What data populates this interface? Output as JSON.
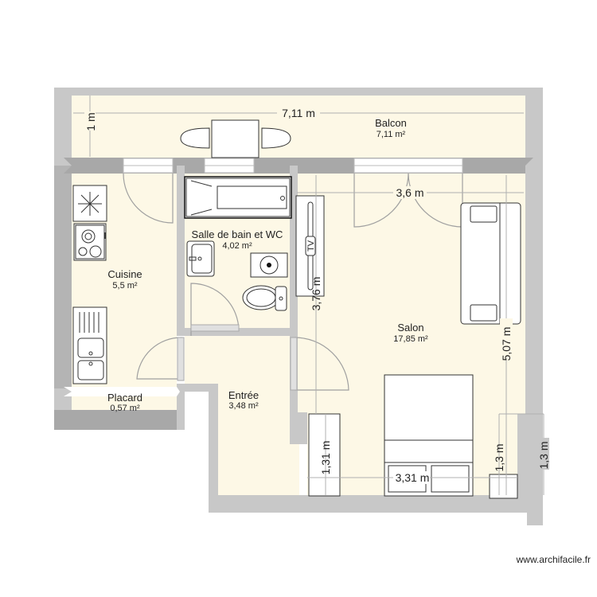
{
  "colors": {
    "floor": "#fdf8e6",
    "wall_outer": "#c8c8c8",
    "wall_dark": "#a8a8a8",
    "dim_line": "#b0b0b0",
    "text": "#222222"
  },
  "rooms": [
    {
      "name": "Balcon",
      "area": "7,11 m²"
    },
    {
      "name": "Salle de bain et WC",
      "area": "4,02 m²"
    },
    {
      "name": "Cuisine",
      "area": "5,5 m²"
    },
    {
      "name": "Salon",
      "area": "17,85 m²"
    },
    {
      "name": "Placard",
      "area": "0,57 m²"
    },
    {
      "name": "Entrée",
      "area": "3,48 m²"
    }
  ],
  "dimensions": {
    "balcon_width": "7,11 m",
    "balcon_depth": "1 m",
    "salon_width": "3,6 m",
    "salon_height_left": "3,76 m",
    "salon_height_right": "5,07 m",
    "bottom_width": "3,31 m",
    "tv_unit_height": "1,31 m",
    "right_niche_inner": "1,3 m",
    "right_niche_outer": "1,3 m"
  },
  "furniture": {
    "tv_label": "TV"
  },
  "watermark": "www.archifacile.fr"
}
